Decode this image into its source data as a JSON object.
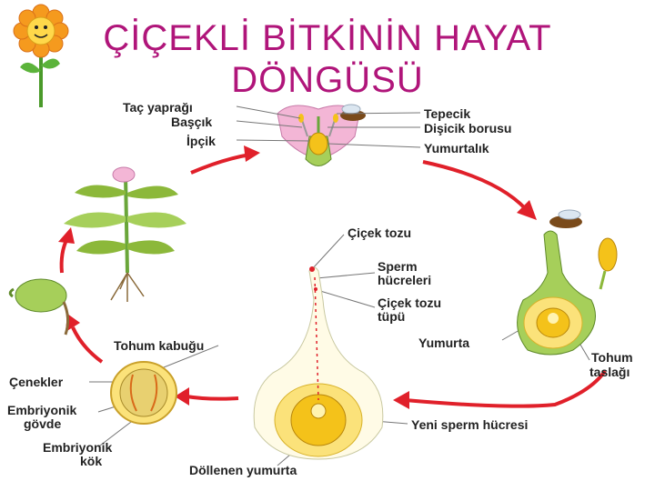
{
  "title_line1": "ÇİÇEKLİ BİTKİNİN HAYAT",
  "title_line2": "DÖNGÜSÜ",
  "labels": {
    "tac_yapragi": "Taç yaprağı",
    "bascik": "Başçık",
    "ipcik": "İpçik",
    "tepecik": "Tepecik",
    "disicik_borusu": "Dişicik borusu",
    "yumurtalik": "Yumurtalık",
    "cicek_tozu": "Çiçek tozu",
    "sperm_1": "Sperm",
    "sperm_2": "hücreleri",
    "cicek_tozu_tupu_1": "Çiçek tozu",
    "cicek_tozu_tupu_2": "tüpü",
    "yumurta": "Yumurta",
    "tohum_taslagi_1": "Tohum",
    "tohum_taslagi_2": "taslağı",
    "tohum_kabugu": "Tohum kabuğu",
    "cenekler": "Çenekler",
    "embriyonik_govde_1": "Embriyonik",
    "embriyonik_govde_2": "gövde",
    "embriyonik_kok_1": "Embriyonik",
    "embriyonik_kok_2": "kök",
    "yeni_sperm_hucresi": "Yeni sperm hücresi",
    "dollenen_yumurta": "Döllenen yumurta"
  },
  "colors": {
    "title": "#b0157a",
    "arrow": "#e0202a",
    "petal": "#f3b6d6",
    "leaf": "#8cb83a",
    "ovary": "#f4c21a"
  }
}
